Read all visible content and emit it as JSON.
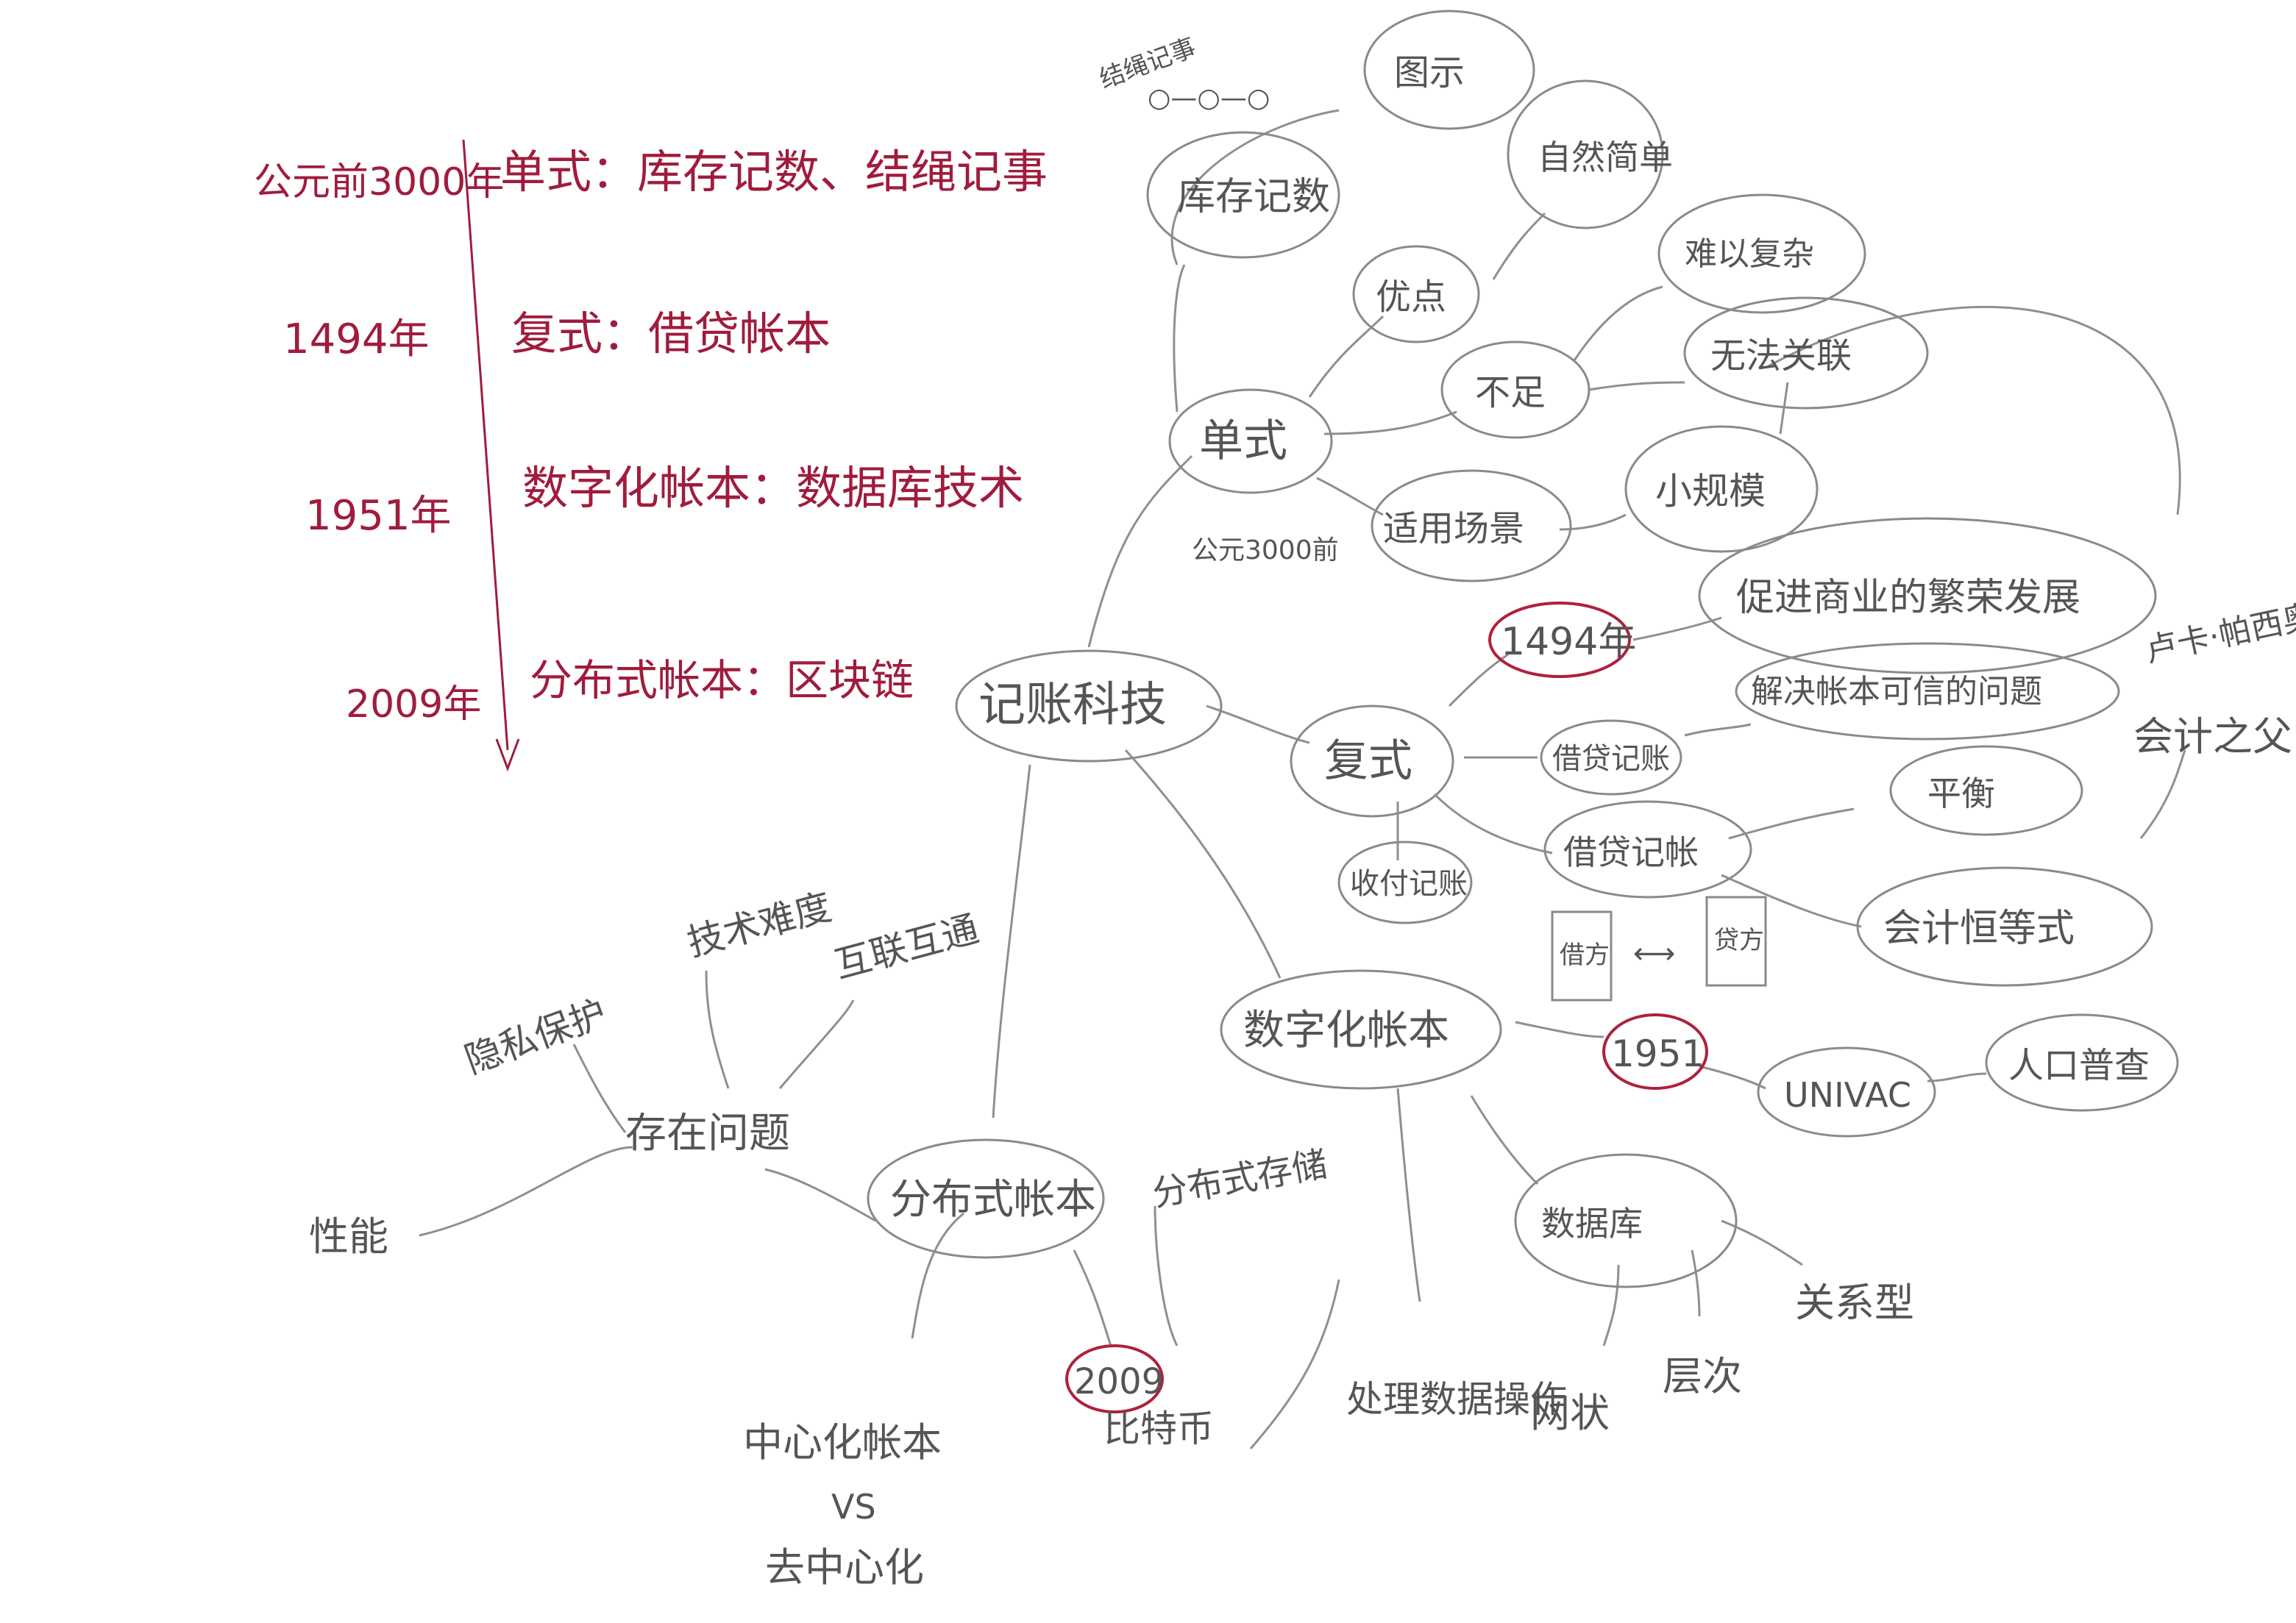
{
  "timeline": {
    "rows": [
      {
        "year": "公元前3000年",
        "event": "单式：库存记数、结绳记事"
      },
      {
        "year": "1494年",
        "event": "复式：借贷帐本"
      },
      {
        "year": "1951年",
        "event": "数字化帐本：数据库技术"
      },
      {
        "year": "2009年",
        "event": "分布式帐本：区块链"
      }
    ]
  },
  "mindmap": {
    "root": "记账科技",
    "single": {
      "label": "单式",
      "date": "公元3000前",
      "methods": "库存记数",
      "knot_label": "结绳记事",
      "knots": "○—○—○",
      "pictograph": "图示",
      "advantage": "优点",
      "simple": "自然简单",
      "disadvantage": "不足",
      "hard": "难以复杂",
      "cannot_connect": "无法关联",
      "scene": "适用场景",
      "small": "小规模"
    },
    "double": {
      "label": "复式",
      "year": "1494年",
      "prosperity": "促进商业的繁荣发展",
      "solve": "解决帐本可信的问题",
      "pacioli": "卢卡·帕西奥利",
      "fathers": "会计之父",
      "flow": "借贷记账",
      "out_in": "收付记账",
      "debit_credit": "借贷记帐",
      "balance": "平衡",
      "formula": "会计恒等式",
      "debit_box": "借方",
      "credit_box": "贷方",
      "arrow": "⟷"
    },
    "digital": {
      "label": "数字化帐本",
      "year": "1951",
      "univac": "UNIVAC",
      "sales": "人口普查",
      "db": "数据库",
      "network": "网状",
      "hierarchical": "层次",
      "relational": "关系型",
      "ops": "处理数据操作"
    },
    "distributed": {
      "label": "分布式帐本",
      "year": "2009",
      "bitcoin": "比特币",
      "db_label": "分布式存储",
      "centralized": "中心化帐本",
      "vs": "VS",
      "decentralized": "去中心化",
      "problems": "存在问题",
      "privacy": "隐私保护",
      "tech": "技术难度",
      "interop": "互联互通",
      "perf": "性能"
    }
  }
}
